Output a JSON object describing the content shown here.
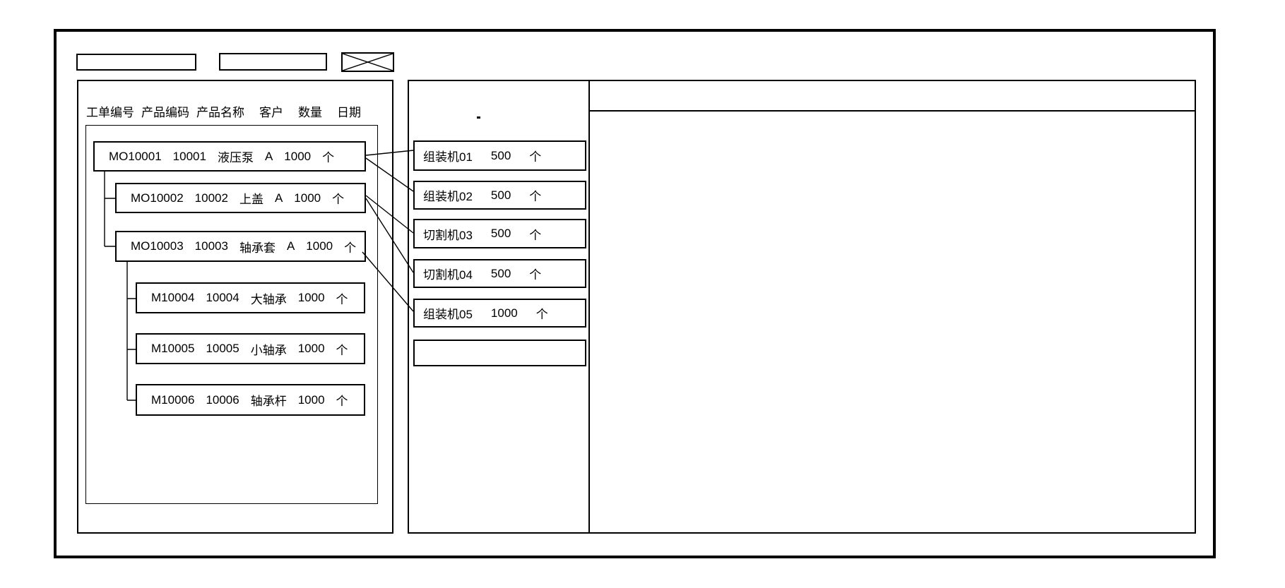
{
  "app": {
    "background_color": "#ffffff",
    "line_color": "#000000"
  },
  "toolbar": {
    "input1_value": "",
    "input2_value": ""
  },
  "work_order_panel": {
    "columns": [
      "工单编号",
      "产品编码",
      "产品名称",
      "客户",
      "数量",
      "日期"
    ],
    "orders": [
      {
        "order_no": "MO10001",
        "product_code": "10001",
        "product_name": "液压泵",
        "customer": "A",
        "qty": "1000",
        "unit": "个",
        "level": 0
      },
      {
        "order_no": "MO10002",
        "product_code": "10002",
        "product_name": "上盖",
        "customer": "A",
        "qty": "1000",
        "unit": "个",
        "level": 1
      },
      {
        "order_no": "MO10003",
        "product_code": "10003",
        "product_name": "轴承套",
        "customer": "A",
        "qty": "1000",
        "unit": "个",
        "level": 1
      },
      {
        "order_no": "M10004",
        "product_code": "10004",
        "product_name": "大轴承",
        "customer": "",
        "qty": "1000",
        "unit": "个",
        "level": 2
      },
      {
        "order_no": "M10005",
        "product_code": "10005",
        "product_name": "小轴承",
        "customer": "",
        "qty": "1000",
        "unit": "个",
        "level": 2
      },
      {
        "order_no": "M10006",
        "product_code": "10006",
        "product_name": "轴承杆",
        "customer": "",
        "qty": "1000",
        "unit": "个",
        "level": 2
      }
    ]
  },
  "machine_panel": {
    "machines": [
      {
        "name": "组装机01",
        "qty": "500",
        "unit": "个"
      },
      {
        "name": "组装机02",
        "qty": "500",
        "unit": "个"
      },
      {
        "name": "切割机03",
        "qty": "500",
        "unit": "个"
      },
      {
        "name": "切割机04",
        "qty": "500",
        "unit": "个"
      },
      {
        "name": "组装机05",
        "qty": "1000",
        "unit": "个"
      },
      {
        "name": "",
        "qty": "",
        "unit": ""
      }
    ]
  },
  "links": [
    {
      "from": "MO10001",
      "to": "组装机01"
    },
    {
      "from": "MO10001",
      "to": "组装机02"
    },
    {
      "from": "MO10002",
      "to": "切割机03"
    },
    {
      "from": "MO10002",
      "to": "切割机04"
    },
    {
      "from": "MO10003",
      "to": "组装机05"
    }
  ]
}
